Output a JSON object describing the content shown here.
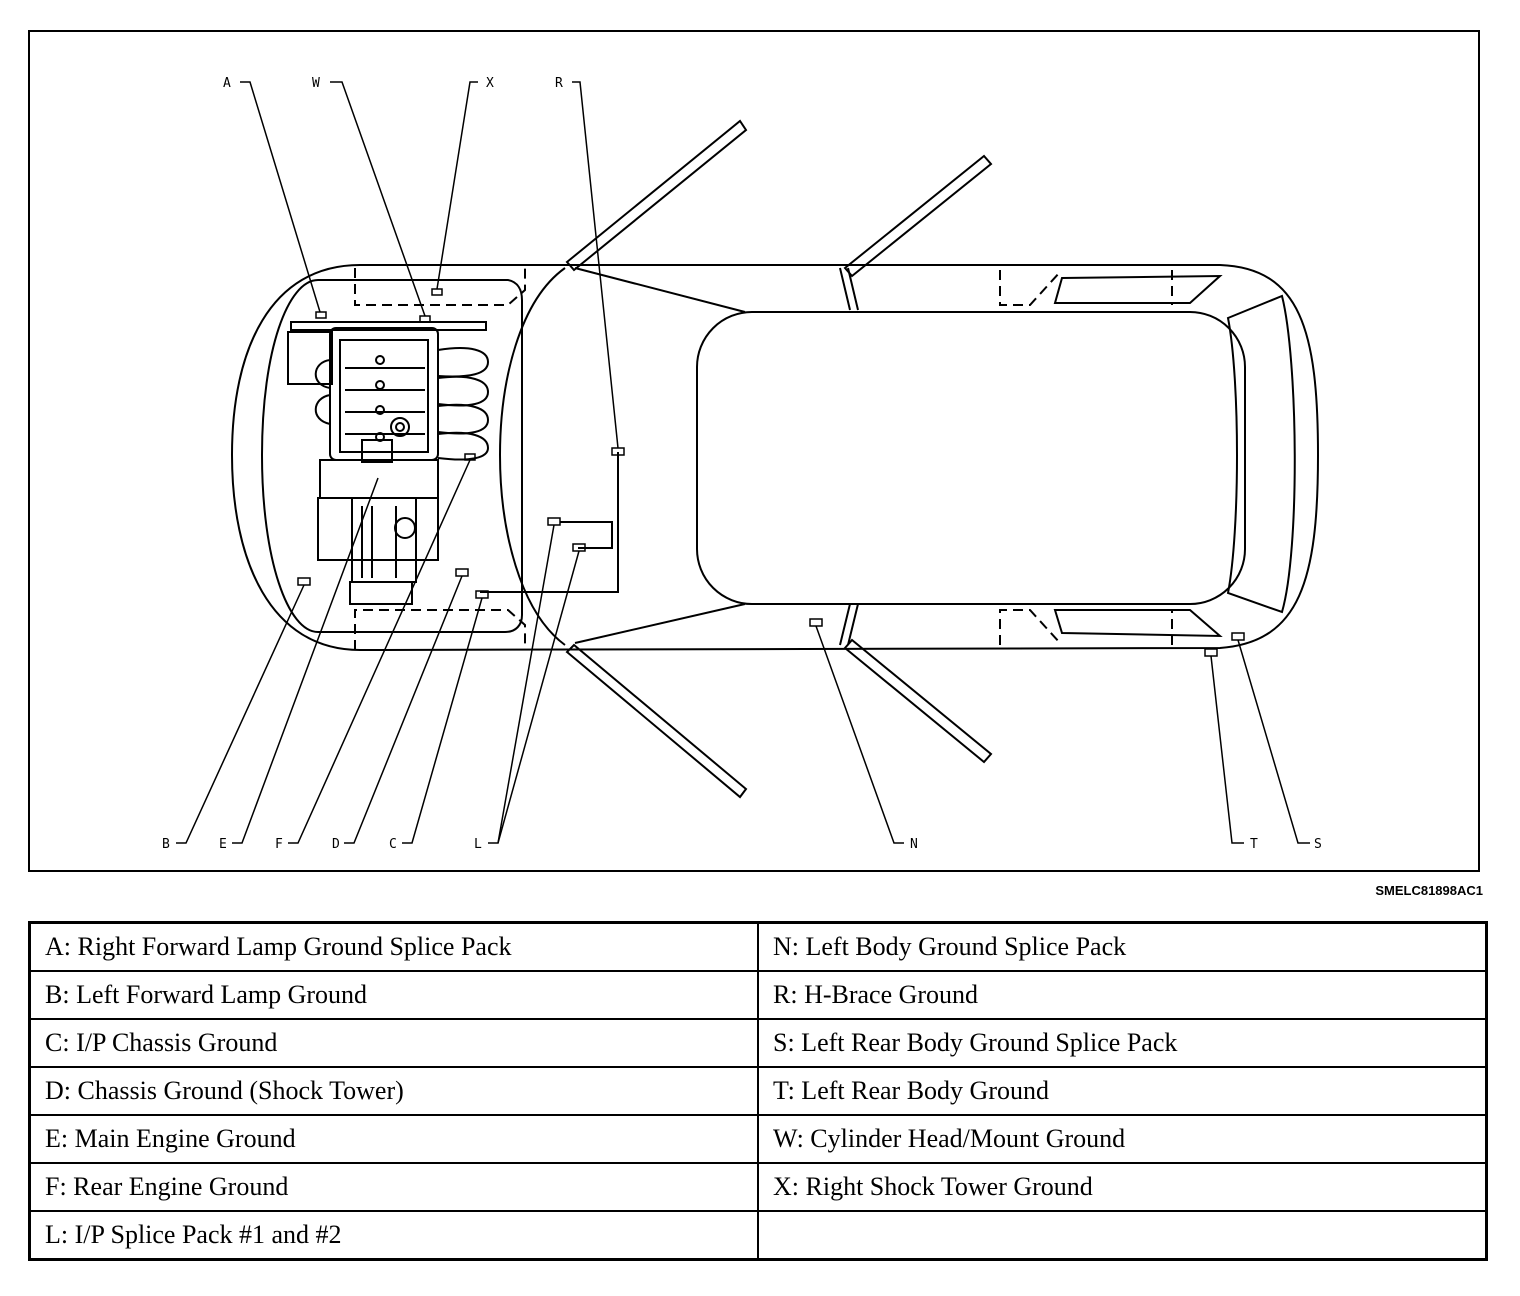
{
  "callouts": {
    "A": "A",
    "W": "W",
    "X": "X",
    "R": "R",
    "B": "B",
    "E": "E",
    "F": "F",
    "D": "D",
    "C": "C",
    "L": "L",
    "N": "N",
    "T": "T",
    "S": "S"
  },
  "figure_code": "SMELC81898AC1",
  "legend": {
    "rows": [
      {
        "left": "A: Right Forward Lamp Ground Splice Pack",
        "right": "N: Left Body Ground Splice Pack"
      },
      {
        "left": "B: Left Forward Lamp Ground",
        "right": "R: H-Brace Ground"
      },
      {
        "left": "C: I/P Chassis Ground",
        "right": "S: Left Rear Body Ground Splice Pack"
      },
      {
        "left": "D: Chassis Ground (Shock Tower)",
        "right": "T: Left Rear Body Ground"
      },
      {
        "left": "E: Main Engine Ground",
        "right": "W: Cylinder Head/Mount Ground"
      },
      {
        "left": "F: Rear Engine Ground",
        "right": "X: Right Shock Tower Ground"
      },
      {
        "left": "L: I/P Splice Pack #1 and #2",
        "right": ""
      }
    ]
  }
}
